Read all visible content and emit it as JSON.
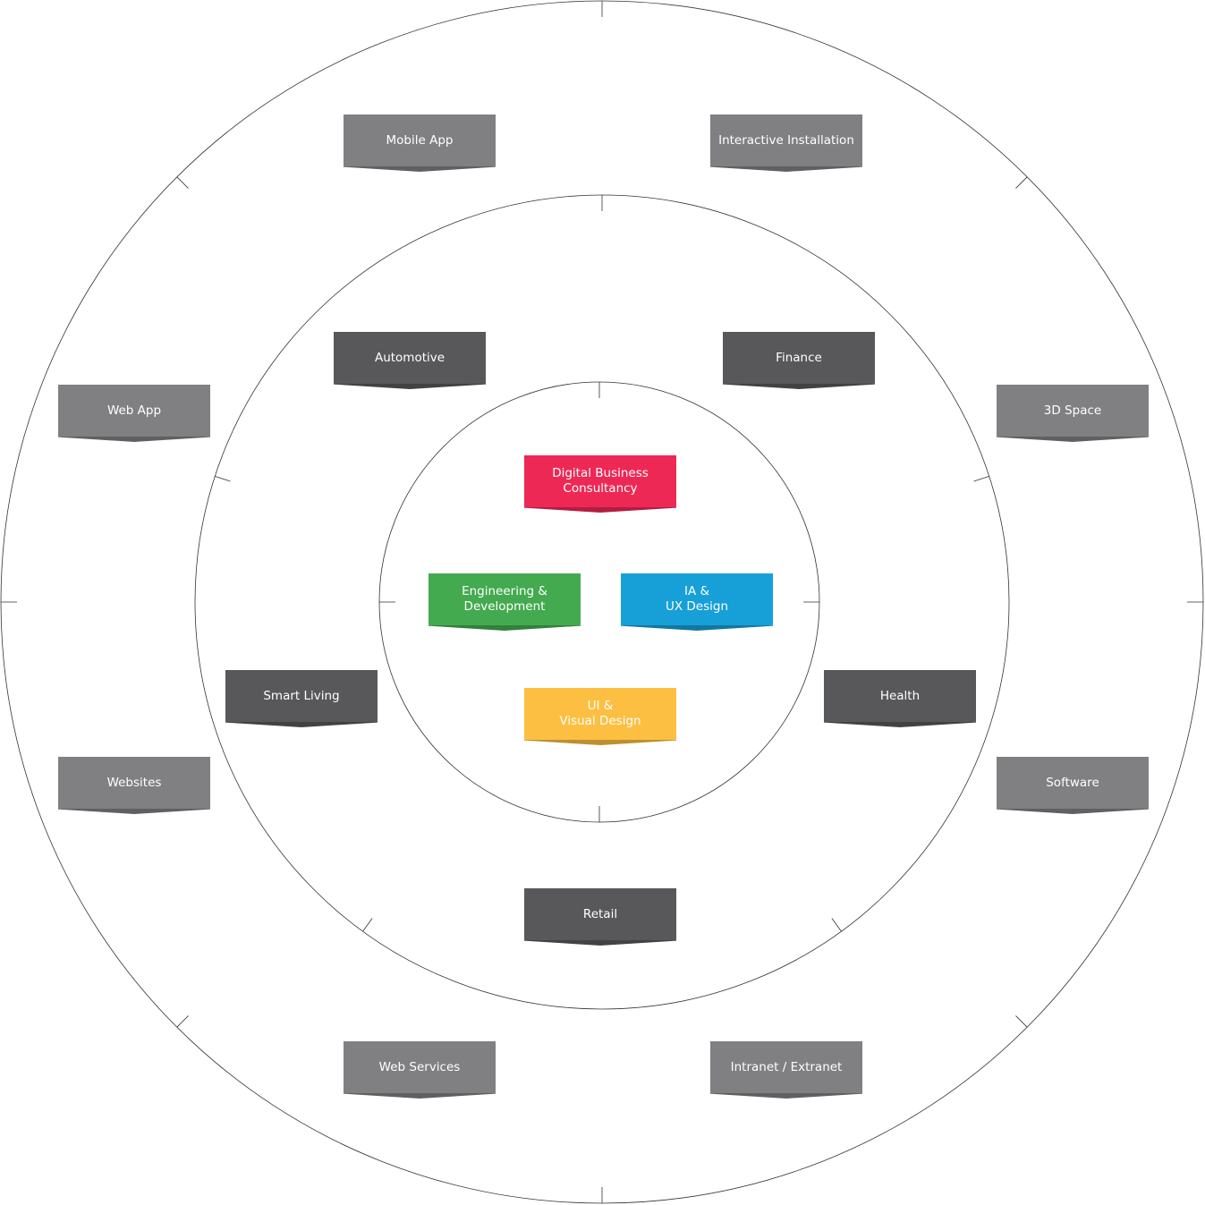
{
  "colors": {
    "outer": "#808083",
    "middle": "#58585a",
    "consultancy": "#ee2855",
    "engineering": "#43aa4f",
    "ux": "#179fd8",
    "ui": "#fdbf41"
  },
  "core": {
    "consultancy": "Digital Business\nConsultancy",
    "engineering": "Engineering &\nDevelopment",
    "ux": "IA &\nUX Design",
    "ui": "UI &\nVisual Design"
  },
  "industries": [
    "Automotive",
    "Finance",
    "Smart Living",
    "Health",
    "Retail"
  ],
  "products": [
    "Mobile  App",
    "Interactive Installation",
    "Web App",
    "3D Space",
    "Websites",
    "Software",
    "Web Services",
    "Intranet / Extranet"
  ]
}
